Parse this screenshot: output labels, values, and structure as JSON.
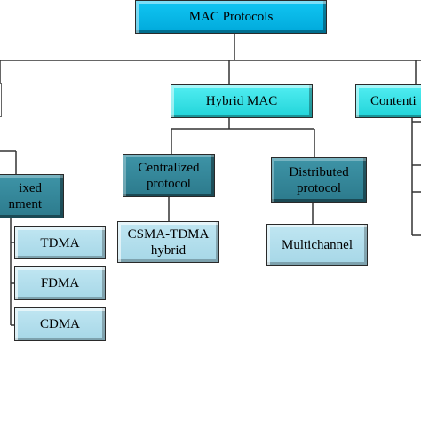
{
  "diagram": {
    "root": {
      "label": "MAC Protocols"
    },
    "hybrid": {
      "label": "Hybrid MAC",
      "centralized": {
        "line1": "Centralized",
        "line2": "protocol"
      },
      "distributed": {
        "line1": "Distributed",
        "line2": "protocol"
      },
      "csma_tdma": {
        "line1": "CSMA-TDMA",
        "line2": "hybrid"
      },
      "multichannel": {
        "label": "Multichannel"
      }
    },
    "contention": {
      "label": "Contenti"
    },
    "fixed_assignment": {
      "line1": "ixed",
      "line2": "nment"
    },
    "leaves": {
      "tdma": "TDMA",
      "fdma": "FDMA",
      "cdma": "CDMA"
    }
  },
  "colors": {
    "root": "#00b4e6",
    "hybrid": "#30dde2",
    "category": "#35879a",
    "leaf": "#b3dfed",
    "connector": "#333333"
  }
}
